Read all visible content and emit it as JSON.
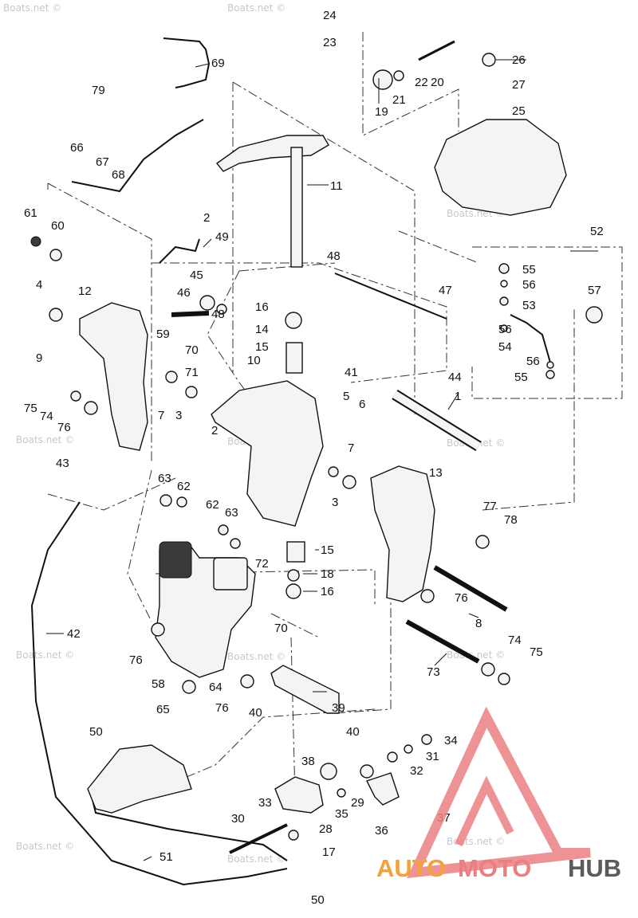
{
  "watermark": "Boats.net ©",
  "brand": {
    "part1": "AUTO",
    "part2": "MOTO",
    "part3": "HUB",
    "color1": "#f2a23a",
    "color2": "#ea7f83",
    "color3": "#5b5b5b"
  },
  "labels": {
    "n1": "1",
    "n2": "2",
    "n3": "3",
    "n4": "4",
    "n5": "5",
    "n6": "6",
    "n7": "7",
    "n8": "8",
    "n9": "9",
    "n10": "10",
    "n11": "11",
    "n12": "12",
    "n13": "13",
    "n14": "14",
    "n15": "15",
    "n16": "16",
    "n17": "17",
    "n18": "18",
    "n19": "19",
    "n20": "20",
    "n21": "21",
    "n22": "22",
    "n23": "23",
    "n24": "24",
    "n25": "25",
    "n26": "26",
    "n27": "27",
    "n28": "28",
    "n29": "29",
    "n30": "30",
    "n31": "31",
    "n32": "32",
    "n33": "33",
    "n34": "34",
    "n35": "35",
    "n36": "36",
    "n37": "37",
    "n38": "38",
    "n39": "39",
    "n40": "40",
    "n41": "41",
    "n42": "42",
    "n43": "43",
    "n44": "44",
    "n45": "45",
    "n46": "46",
    "n47": "47",
    "n48": "48",
    "n49": "49",
    "n50": "50",
    "n51": "51",
    "n52": "52",
    "n53": "53",
    "n54": "54",
    "n55": "55",
    "n56": "56",
    "n57": "57",
    "n58": "58",
    "n59": "59",
    "n60": "60",
    "n61": "61",
    "n62": "62",
    "n63": "63",
    "n64": "64",
    "n65": "65",
    "n66": "66",
    "n67": "67",
    "n68": "68",
    "n69": "69",
    "n70": "70",
    "n71": "71",
    "n72": "72",
    "n73": "73",
    "n74": "74",
    "n75": "75",
    "n76": "76",
    "n77": "77",
    "n78": "78",
    "n79": "79"
  }
}
